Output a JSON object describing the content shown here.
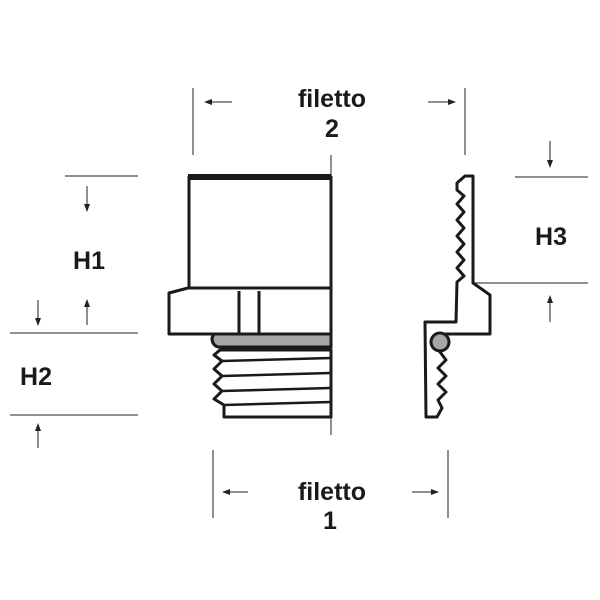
{
  "labels": {
    "thread2_word": "filetto",
    "thread2_num": "2",
    "thread1_word": "filetto",
    "thread1_num": "1",
    "h1": "H1",
    "h2": "H2",
    "h3": "H3"
  },
  "colors": {
    "line": "#1a1a1a",
    "gasket": "#a6a6a6"
  }
}
